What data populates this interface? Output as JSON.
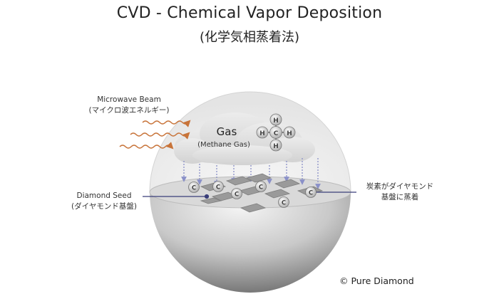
{
  "title": "CVD - Chemical Vapor Deposition",
  "subtitle": "(化学気相蒸着法)",
  "labels": {
    "microwave_en": "Microwave Beam",
    "microwave_ja": "(マイクロ波エネルギー)",
    "gas": "Gas",
    "gas_sub": "(Methane Gas)",
    "seed_en": "Diamond Seed",
    "seed_ja": "(ダイヤモンド基盤)",
    "deposit_line1": "炭素がダイヤモンド",
    "deposit_line2": "基盤に蒸着",
    "carbon": "C",
    "hydrogen": "H"
  },
  "copyright": "© Pure Diamond",
  "colors": {
    "beam": "#c8743a",
    "arrow": "#8a90c8",
    "pointer": "#3a3f7a"
  }
}
